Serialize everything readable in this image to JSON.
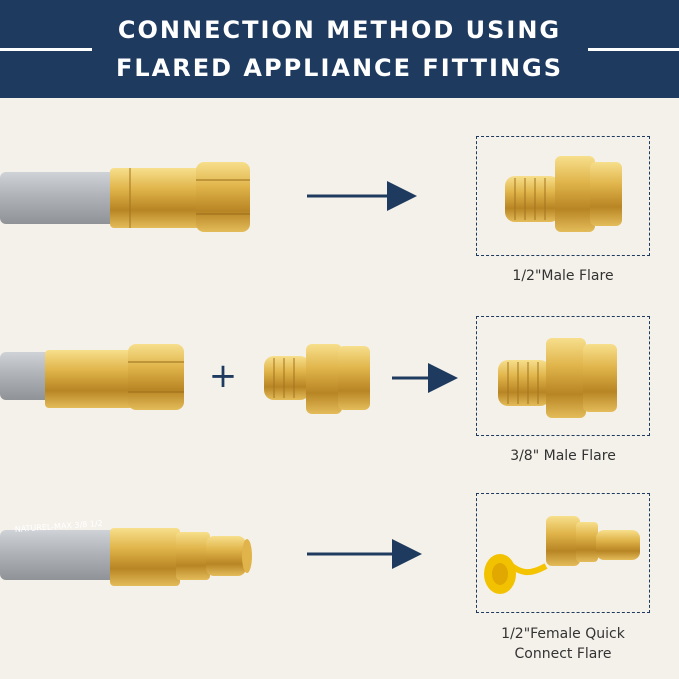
{
  "header": {
    "title_line1": "CONNECTION METHOD USING",
    "title_line2": "FLARED APPLIANCE FITTINGS"
  },
  "rows": [
    {
      "caption_line1": "1/2\"Male Flare",
      "caption_line2": ""
    },
    {
      "caption_line1": "3/8\" Male Flare",
      "caption_line2": "",
      "operator": "+"
    },
    {
      "caption_line1": "1/2\"Female Quick",
      "caption_line2": "Connect Flare"
    }
  ],
  "hose_print": "NATUREL-MAX 3/8 1/2",
  "colors": {
    "header_bg": "#1f3a5f",
    "brass": "#d4a33a",
    "hose": "#a9adb2",
    "cap": "#f5c400"
  }
}
